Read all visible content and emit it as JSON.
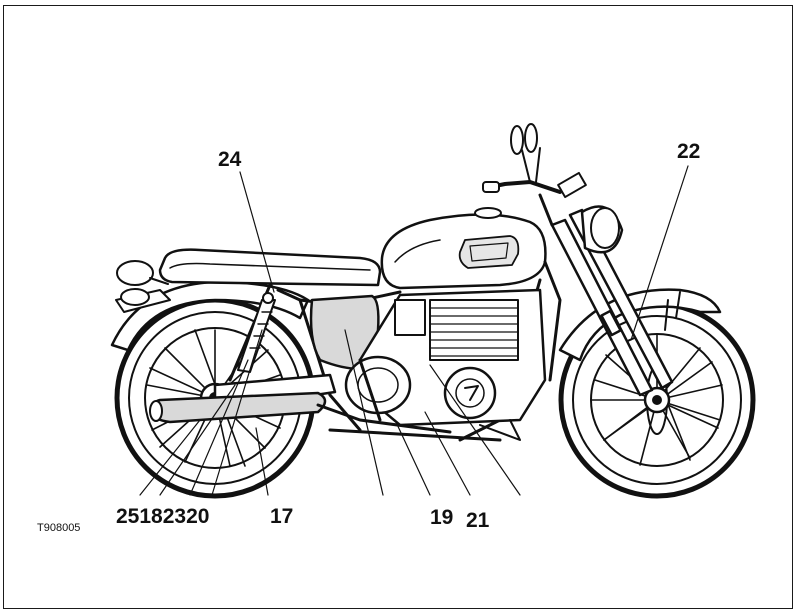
{
  "figure": {
    "code": "T908005",
    "callouts": {
      "c24": "24",
      "c22": "22",
      "c_left": "25182320",
      "c17": "17",
      "c19": "19",
      "c21": "21"
    }
  },
  "colors": {
    "ink": "#111111",
    "paper": "#ffffff",
    "shade": "#d9d9d9",
    "mid": "#9a9a9a"
  }
}
